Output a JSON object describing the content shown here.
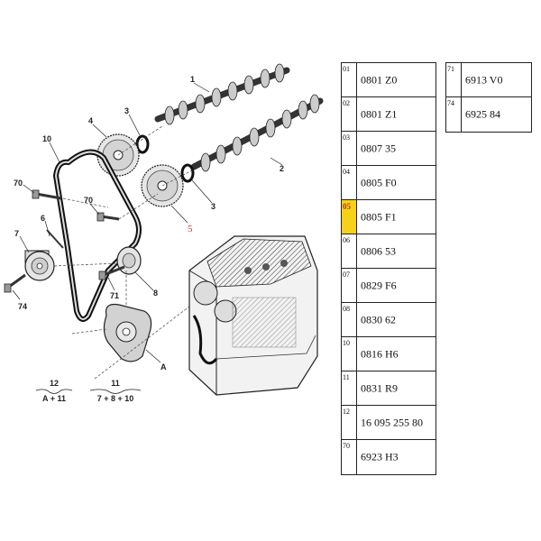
{
  "diagram": {
    "callouts": [
      {
        "id": "c1",
        "text": "1"
      },
      {
        "id": "c2",
        "text": "2"
      },
      {
        "id": "c3a",
        "text": "3"
      },
      {
        "id": "c3b",
        "text": "3"
      },
      {
        "id": "c4",
        "text": "4"
      },
      {
        "id": "c5",
        "text": "5"
      },
      {
        "id": "c6",
        "text": "6"
      },
      {
        "id": "c7",
        "text": "7"
      },
      {
        "id": "c8",
        "text": "8"
      },
      {
        "id": "c10",
        "text": "10"
      },
      {
        "id": "c70a",
        "text": "70"
      },
      {
        "id": "c70b",
        "text": "70"
      },
      {
        "id": "c71",
        "text": "71"
      },
      {
        "id": "c74",
        "text": "74"
      },
      {
        "id": "cA",
        "text": "A"
      }
    ],
    "formulas": [
      {
        "id": "f12",
        "top": "12",
        "bottom": "A + 11"
      },
      {
        "id": "f11",
        "top": "11",
        "bottom": "7 + 8 + 10"
      }
    ]
  },
  "parts_table": {
    "rows": [
      {
        "index": "01",
        "code": "0801 Z0"
      },
      {
        "index": "02",
        "code": "0801 Z1"
      },
      {
        "index": "03",
        "code": "0807 35"
      },
      {
        "index": "04",
        "code": "0805 F0"
      },
      {
        "index": "05",
        "code": "0805 F1",
        "highlighted": true
      },
      {
        "index": "06",
        "code": "0806 53"
      },
      {
        "index": "07",
        "code": "0829 F6"
      },
      {
        "index": "08",
        "code": "0830 62"
      },
      {
        "index": "10",
        "code": "0816 H6"
      },
      {
        "index": "11",
        "code": "0831 R9"
      },
      {
        "index": "12",
        "code": "16 095 255 80"
      },
      {
        "index": "70",
        "code": "6923 H3"
      }
    ]
  },
  "parts_table_2": {
    "rows": [
      {
        "index": "71",
        "code": "6913 V0"
      },
      {
        "index": "74",
        "code": "6925 84"
      }
    ]
  },
  "colors": {
    "highlight_fill": "#f7d117",
    "highlight_text": "#c0392b",
    "line": "#222222"
  }
}
